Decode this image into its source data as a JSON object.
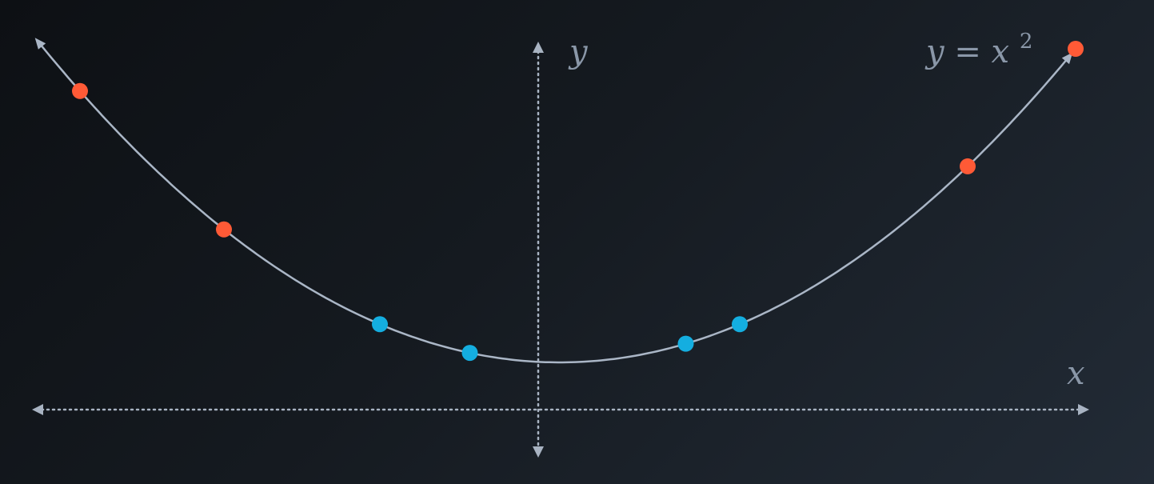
{
  "diagram": {
    "curve_label": {
      "base": "y = x",
      "exponent": "2"
    },
    "y_axis_label": "y",
    "x_axis_label": "x",
    "colors": {
      "background_dark": "#0d1014",
      "background_light": "#222b36",
      "axis": "#a8b3c2",
      "curve": "#aab6c6",
      "point_outer": "#ff5a36",
      "point_inner": "#14aee0",
      "label": "#8a97a8"
    },
    "points": {
      "outer": [
        {
          "x": -4.0
        },
        {
          "x": -2.8
        },
        {
          "x": 3.4
        },
        {
          "x": 4.3
        }
      ],
      "inner": [
        {
          "x": -1.5
        },
        {
          "x": -0.75
        },
        {
          "x": 1.05
        },
        {
          "x": 1.5
        }
      ]
    }
  }
}
